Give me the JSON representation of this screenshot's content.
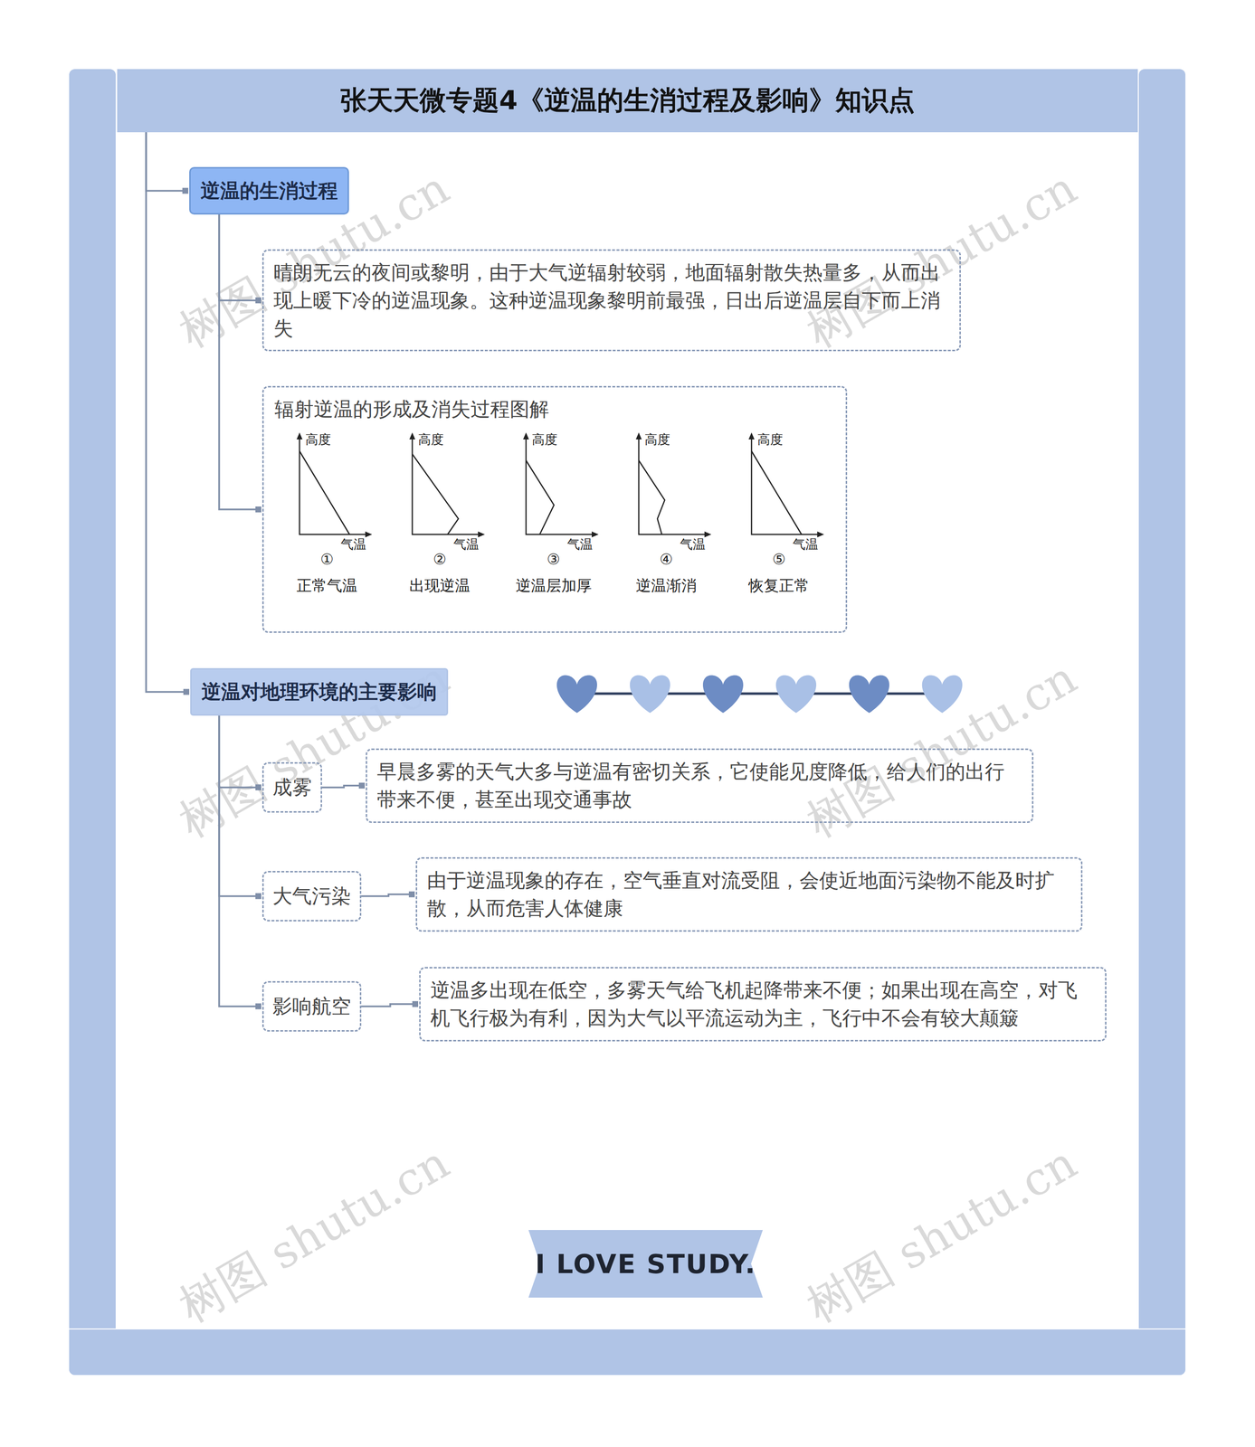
{
  "diagram": {
    "nodes": [
      {
        "text": [
          "张天天微专题4《逆温的生消过程及影响》知识点"
        ]
      },
      {
        "text": [
          "逆温的生消过程"
        ]
      },
      {
        "text": [
          "晴朗无云的夜间或黎明，由于大气逆辐射较弱，地面辐射散失热量多，从而出现上暖下冷的逆温现象。这种逆温现象黎明前最强，日出后逆温层自下而上消失"
        ]
      },
      {
        "text": [
          "辐射逆温的形成及消失过程图解"
        ]
      },
      {
        "text": [
          "逆温对地理环境的主要影响"
        ]
      },
      {
        "text": [
          "成雾"
        ]
      },
      {
        "text": [
          "早晨多雾的天气大多与逆温有密切关系，它使能见度降低，给人们的出行带来不便，甚至出现交通事故"
        ]
      },
      {
        "text": [
          "大气污染"
        ]
      },
      {
        "text": [
          "由于逆温现象的存在，空气垂直对流受阻，会使近地面污染物不能及时扩散，从而危害人体健康"
        ]
      },
      {
        "text": [
          "影响航空"
        ]
      },
      {
        "text": [
          "逆温多出现在低空，多雾天气给飞机起降带来不便；如果出现在高空，对飞机飞行极为有利，因为大气以平流运动为主，飞行中不会有较大颠簸"
        ]
      },
      {
        "text": [
          "I LOVE STUDY."
        ]
      }
    ],
    "edges": [
      {
        "from": 0,
        "to": 1,
        "arrow": "none"
      },
      {
        "from": 0,
        "to": 4,
        "arrow": "none"
      },
      {
        "from": 1,
        "to": 2,
        "arrow": "none"
      },
      {
        "from": 1,
        "to": 3,
        "arrow": "none"
      },
      {
        "from": 4,
        "to": 5,
        "arrow": "none"
      },
      {
        "from": 4,
        "to": 7,
        "arrow": "none"
      },
      {
        "from": 4,
        "to": 9,
        "arrow": "none"
      },
      {
        "from": 5,
        "to": 6,
        "arrow": "none"
      },
      {
        "from": 7,
        "to": 8,
        "arrow": "none"
      },
      {
        "from": 9,
        "to": 10,
        "arrow": "none"
      }
    ],
    "labels": [
      "高度",
      "气温",
      "①",
      "正常气温",
      "高度",
      "气温",
      "②",
      "出现逆温",
      "高度",
      "气温",
      "③",
      "逆温层加厚",
      "高度",
      "气温",
      "④",
      "逆温渐消",
      "高度",
      "气温",
      "⑤",
      "恢复正常",
      "树图 shutu.cn",
      "树图 shutu.cn",
      "树图 shutu.cn",
      "树图 shutu.cn",
      "树图 shutu.cn",
      "树图 shutu.cn"
    ]
  }
}
